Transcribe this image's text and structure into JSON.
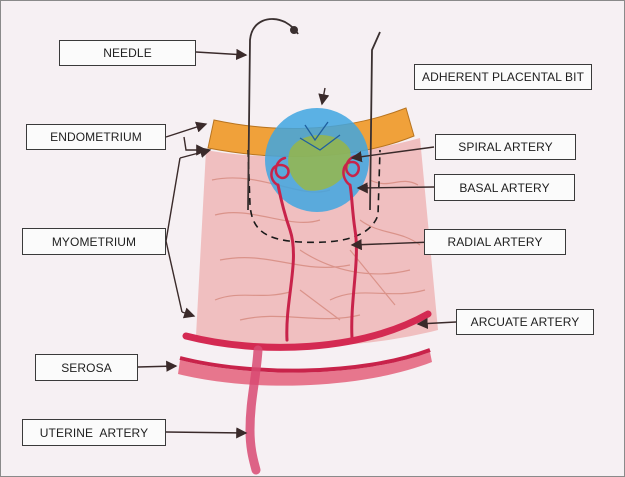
{
  "labels": {
    "needle": "NEEDLE",
    "adherent_placental_bit": "ADHERENT PLACENTAL BIT",
    "endometrium": "ENDOMETRIUM",
    "spiral_artery": "SPIRAL ARTERY",
    "basal_artery": "BASAL ARTERY",
    "myometrium": "MYOMETRIUM",
    "radial_artery": "RADIAL ARTERY",
    "arcuate_artery": "ARCUATE ARTERY",
    "serosa": "SEROSA",
    "uterine_artery": "UTERINE  ARTERY"
  },
  "colors": {
    "endometrium": "#f0a13a",
    "myometrium": "#efb9ba",
    "artery": "#c8234a",
    "serosa": "#e4607a",
    "placenta": "#3fa6e0",
    "outline": "#2a2a2a"
  }
}
